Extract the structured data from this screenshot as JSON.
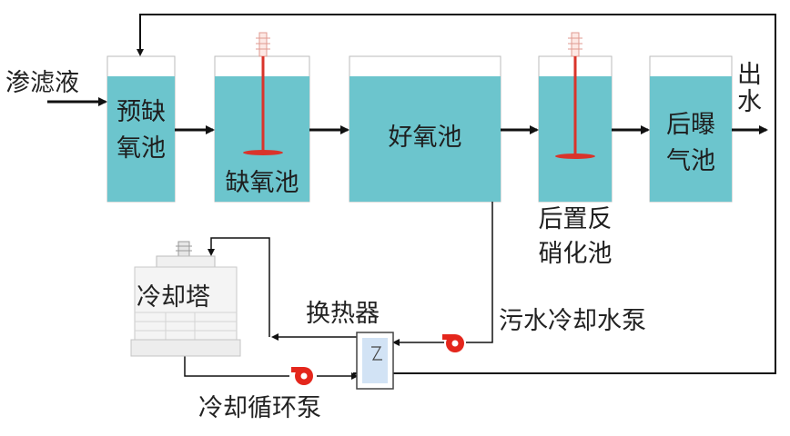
{
  "labels": {
    "influent": "渗滤液",
    "effluent": "出水",
    "pre_anoxic_line1": "预缺",
    "pre_anoxic_line2": "氧池",
    "anoxic": "缺氧池",
    "aerobic": "好氧池",
    "post_denit_line1": "后置反",
    "post_denit_line2": "硝化池",
    "post_aeration_line1": "后曝",
    "post_aeration_line2": "气池",
    "cooling_tower": "冷却塔",
    "heat_exchanger": "换热器",
    "sewage_pump": "污水冷却水泵",
    "cooling_pump": "冷却循环泵"
  },
  "colors": {
    "water": "#6cc5cd",
    "line": "#111111",
    "mixer": "#d9342b",
    "pump": "#e4261c",
    "exchanger": "#4a90d9"
  }
}
